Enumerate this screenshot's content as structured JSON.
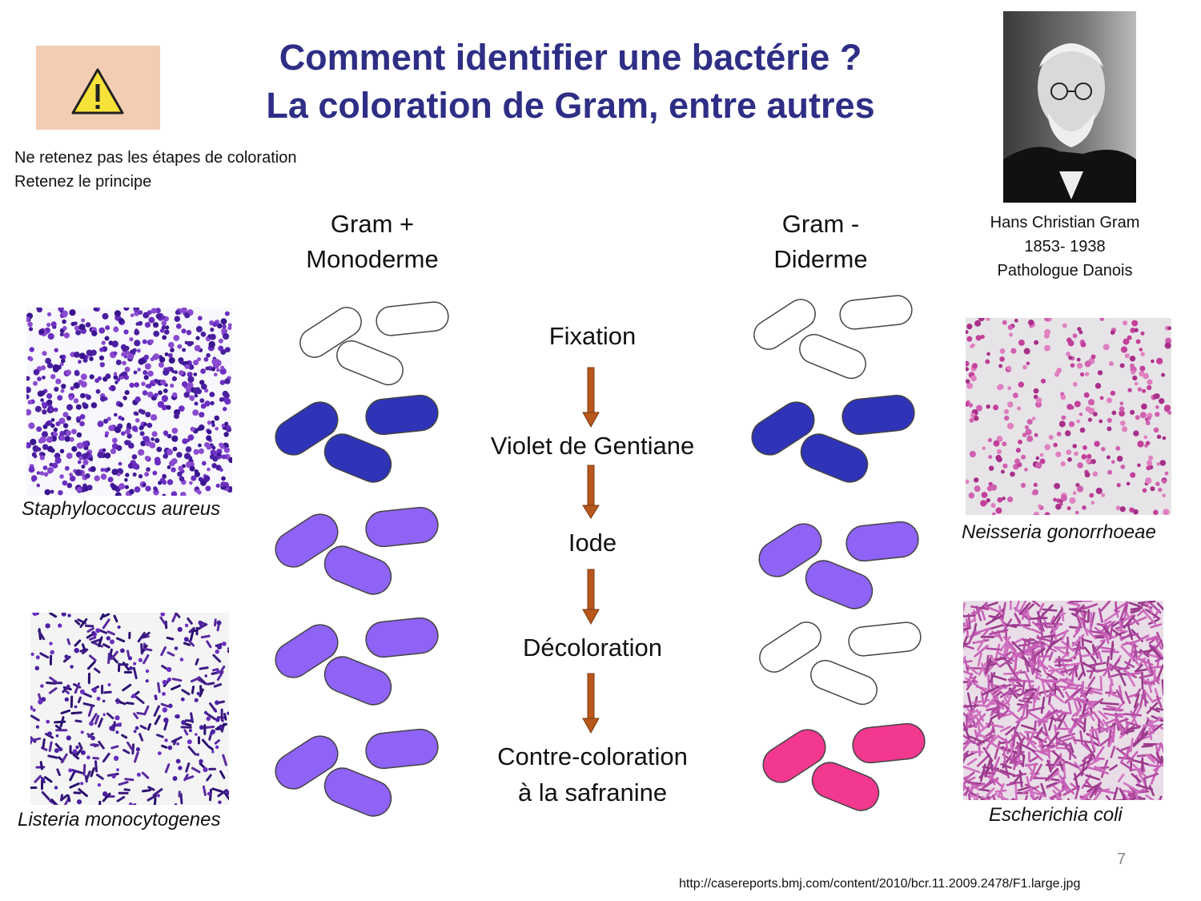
{
  "title": {
    "line1": "Comment identifier une bactérie ?",
    "line2": "La coloration de Gram, entre autres"
  },
  "warning_icon": "warning-triangle-icon",
  "notes": [
    "Ne retenez pas les étapes de coloration",
    "Retenez le principe"
  ],
  "portrait": {
    "name": "Hans Christian Gram",
    "dates": "1853- 1938",
    "role": "Pathologue Danois"
  },
  "columns": {
    "gram_pos": {
      "line1": "Gram +",
      "line2": "Monoderme"
    },
    "gram_neg": {
      "line1": "Gram -",
      "line2": "Diderme"
    }
  },
  "steps": [
    "Fixation",
    "Violet de Gentiane",
    "Iode",
    "Décoloration",
    "Contre-coloration",
    "à la safranine"
  ],
  "species": {
    "top_left": "Staphylococcus aureus",
    "bottom_left": "Listeria monocytogenes",
    "top_right": "Neisseria gonorrhoeae",
    "bottom_right": "Escherichia coli"
  },
  "colors": {
    "title": "#2e2e86",
    "warn_bg": "#f2cdb4",
    "unstained": "#ffffff",
    "gentian_violet": "#2f33b8",
    "iodine_violet": "#8e63f5",
    "safranin": "#f2388f",
    "arrow": "#b8561c"
  },
  "page_number": "7",
  "source_url": "http://casereports.bmj.com/content/2010/bcr.11.2009.2478/F1.large.jpg"
}
